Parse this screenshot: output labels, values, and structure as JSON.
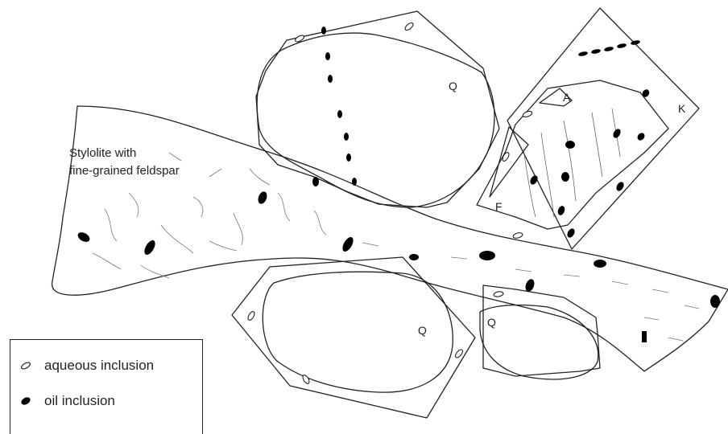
{
  "stylolite_label": [
    "Stylolite with",
    "fine-grained feldspar"
  ],
  "mineral_labels": {
    "quartz": "Q",
    "k_feldspar": "K",
    "albite": "A",
    "feldspar": "F"
  },
  "legend": {
    "aqueous": "aqueous inclusion",
    "oil": "oil inclusion"
  },
  "colors": {
    "line": "#222222",
    "oil_fill": "#000000",
    "background": "#ffffff"
  }
}
